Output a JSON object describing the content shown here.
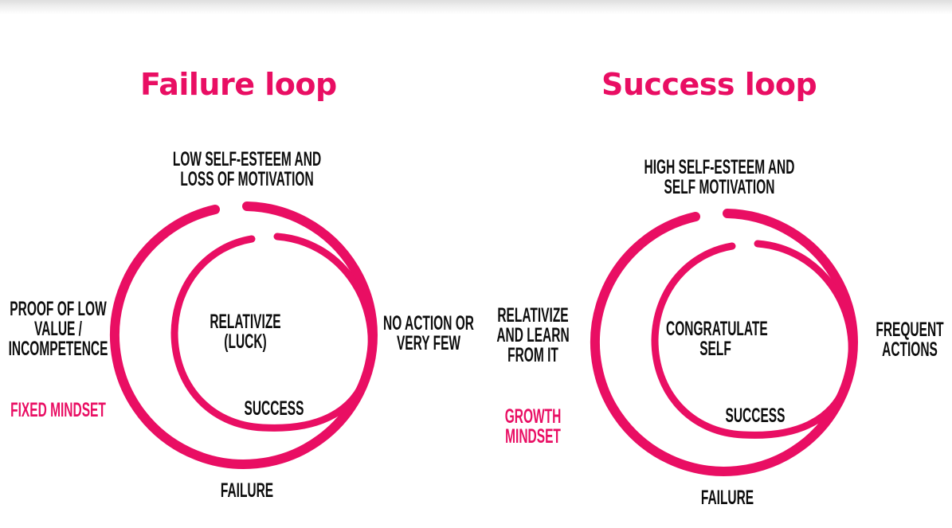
{
  "colors": {
    "accent": "#E90E63",
    "text": "#0d0d0d"
  },
  "diagrams": [
    {
      "title": "Failure loop",
      "top_label": [
        "LOW SELF-ESTEEM AND",
        "LOSS OF MOTIVATION"
      ],
      "left_label": [
        "PROOF OF LOW",
        "VALUE /",
        "INCOMPETENCE"
      ],
      "mindset_label": [
        "FIXED MINDSET"
      ],
      "center_label": [
        "RELATIVIZE",
        "(LUCK)"
      ],
      "inner_bottom_label": "SUCCESS",
      "right_label": [
        "NO ACTION OR",
        "VERY FEW"
      ],
      "bottom_label": "FAILURE"
    },
    {
      "title": "Success loop",
      "top_label": [
        "HIGH SELF-ESTEEM AND",
        "SELF MOTIVATION"
      ],
      "left_label": [
        "RELATIVIZE",
        "AND LEARN",
        "FROM IT"
      ],
      "mindset_label": [
        "GROWTH",
        "MINDSET"
      ],
      "center_label": [
        "CONGRATULATE",
        "SELF"
      ],
      "inner_bottom_label": "SUCCESS",
      "right_label": [
        "FREQUENT",
        "ACTIONS"
      ],
      "bottom_label": "FAILURE"
    }
  ]
}
